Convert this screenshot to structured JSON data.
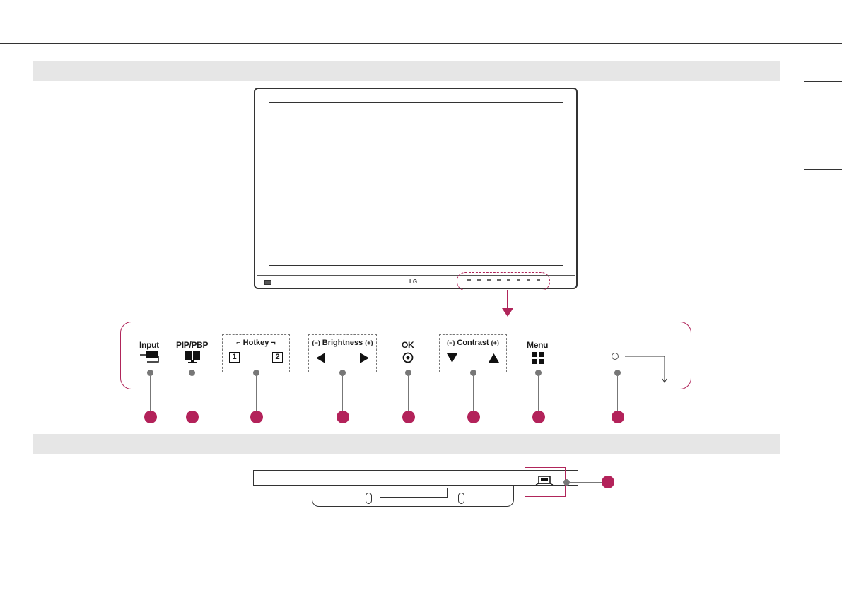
{
  "colors": {
    "accent": "#b3225a",
    "section_bar": "#e6e6e6",
    "line": "#333333"
  },
  "monitor": {
    "brand_logo": "LG"
  },
  "controls": {
    "input": {
      "label": "Input",
      "icon": "input-source-icon"
    },
    "pip": {
      "label": "PIP/PBP",
      "icon": "pip-monitor-icon"
    },
    "hotkey": {
      "label": "Hotkey",
      "key1": "1",
      "key2": "2"
    },
    "brightness": {
      "minus": "(−)",
      "label": "Brightness",
      "plus": "(+)",
      "left_icon": "triangle-left-icon",
      "right_icon": "triangle-right-icon"
    },
    "ok": {
      "label": "OK",
      "icon": "target-circle-icon"
    },
    "contrast": {
      "minus": "(−)",
      "label": "Contrast",
      "plus": "(+)",
      "down_icon": "triangle-down-icon",
      "up_icon": "triangle-up-icon"
    },
    "menu": {
      "label": "Menu",
      "icon": "grid-menu-icon"
    },
    "power": {
      "icon": "power-led-icon"
    }
  }
}
